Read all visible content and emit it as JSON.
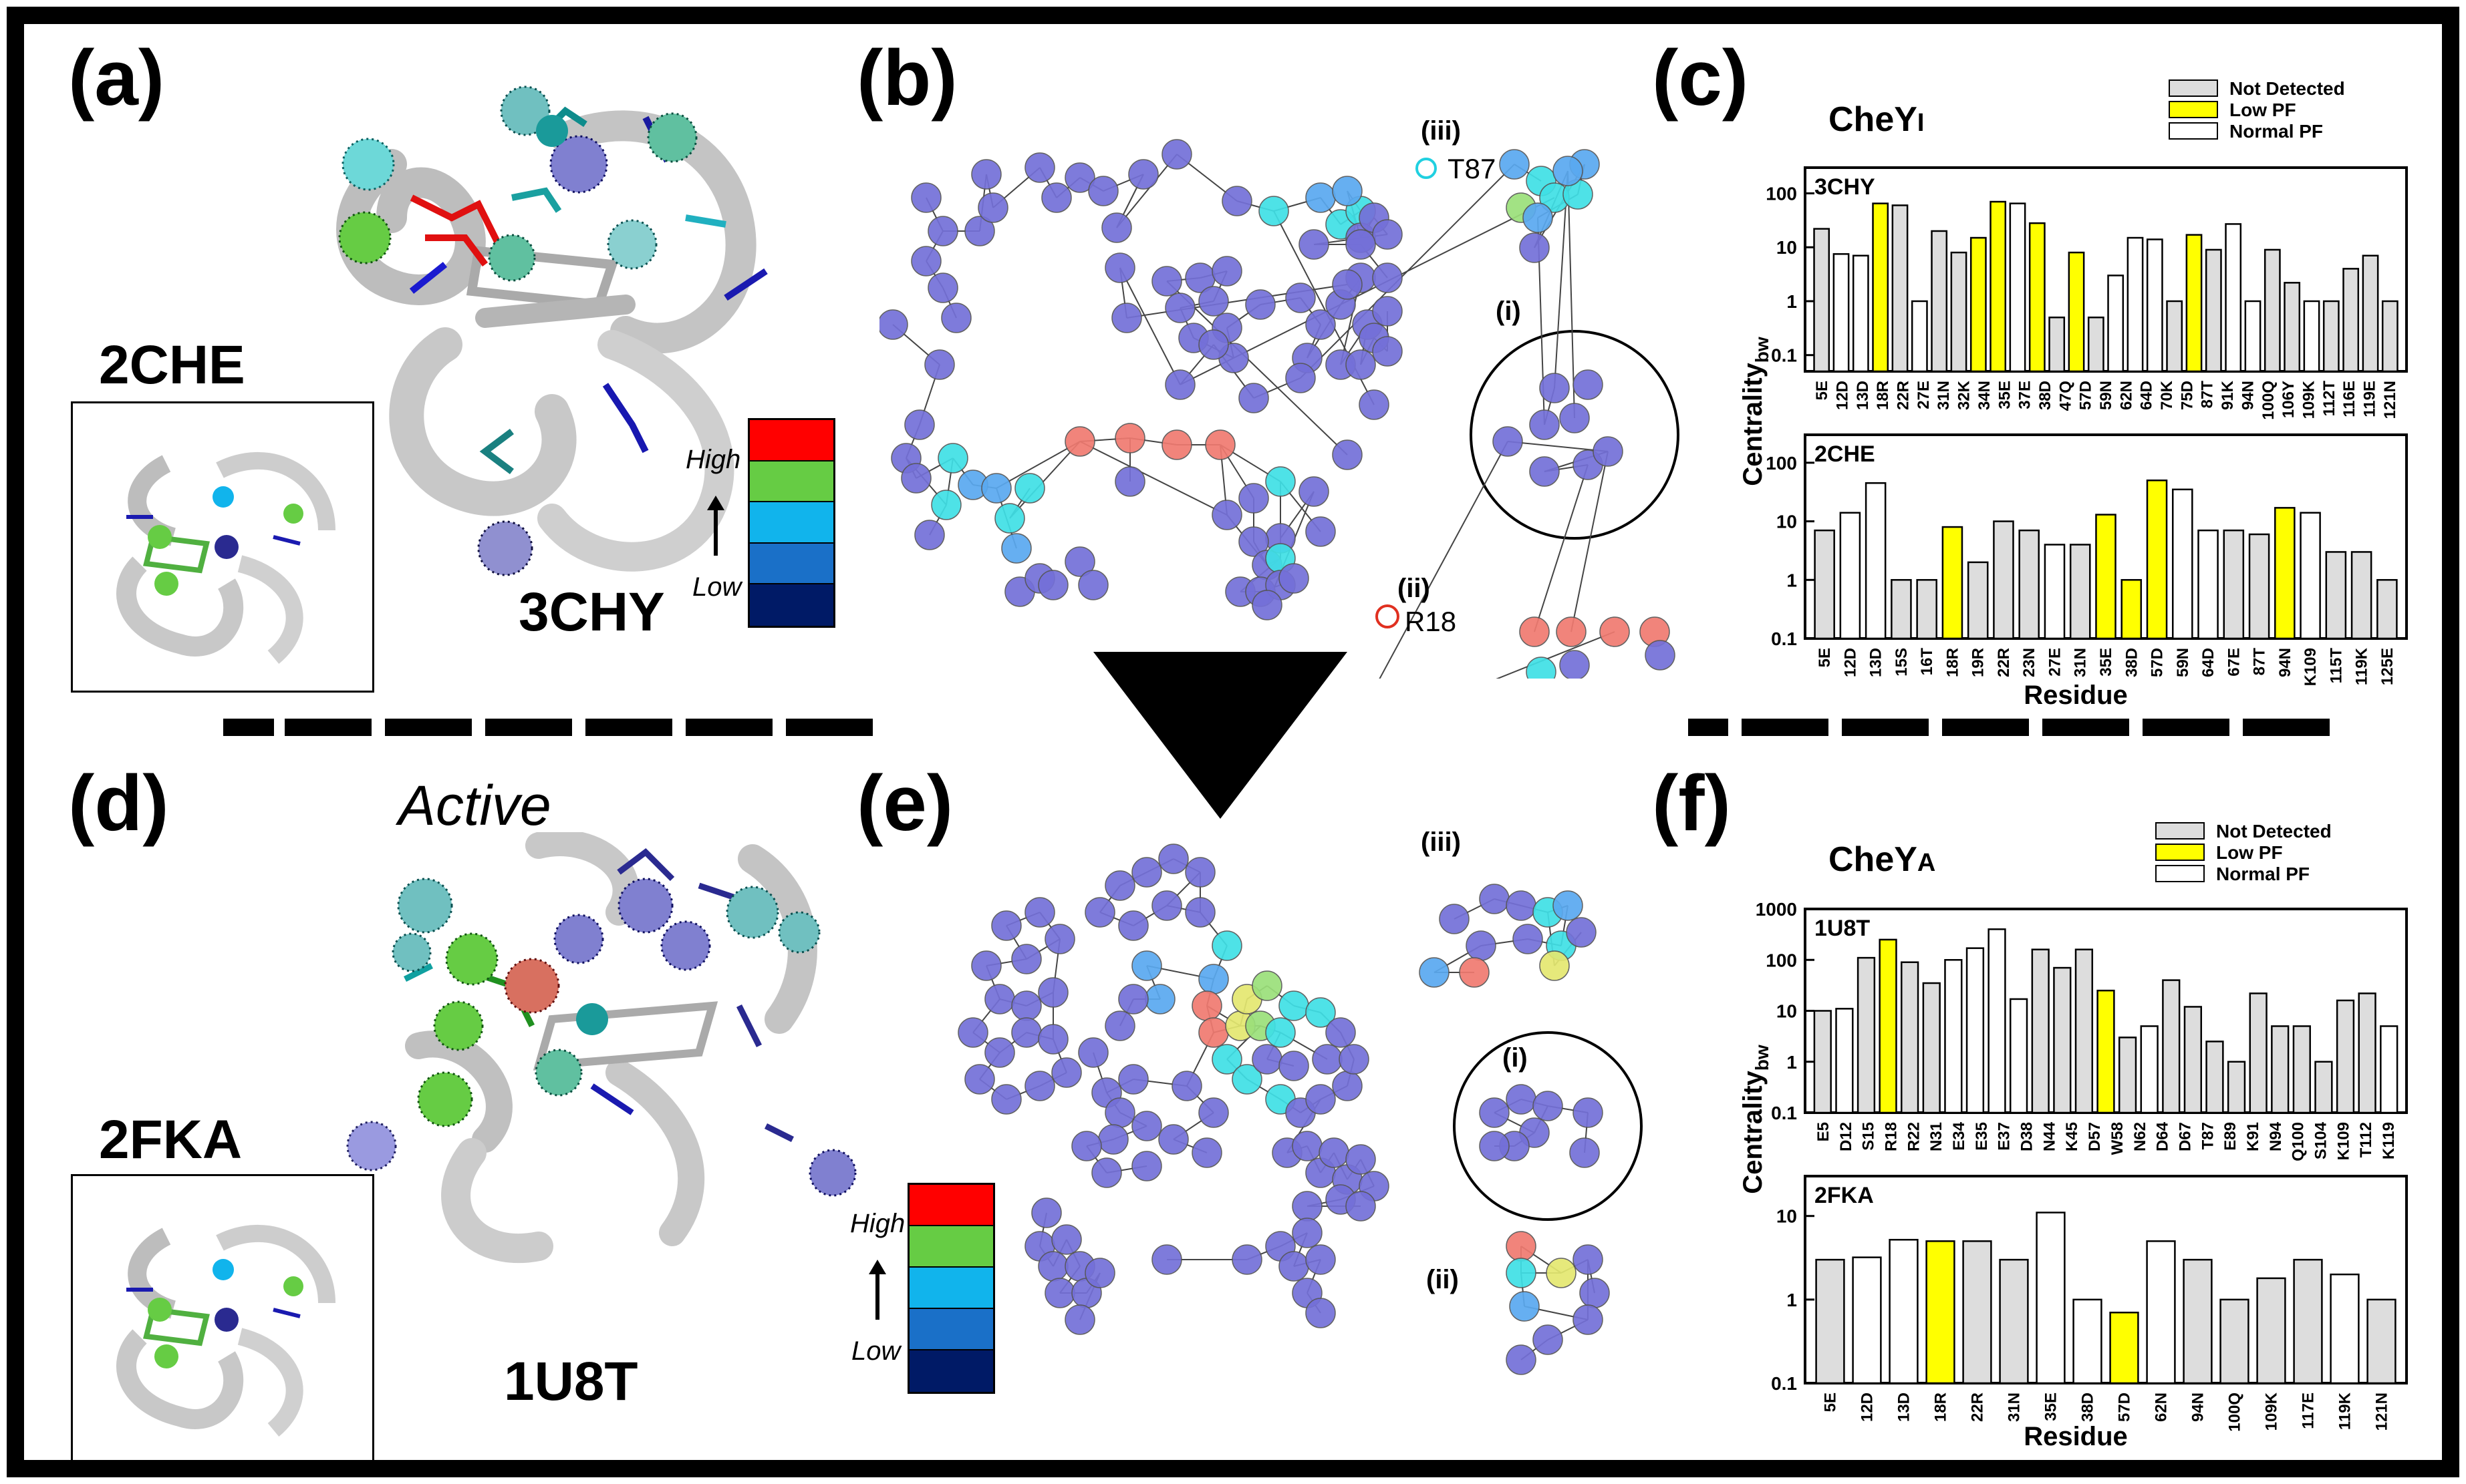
{
  "panel_labels": [
    "(a)",
    "(b)",
    "(c)",
    "(d)",
    "(e)",
    "(f)"
  ],
  "structures": {
    "a_main": "3CHY",
    "a_inset": "2CHE",
    "d_main": "1U8T",
    "d_inset": "2FKA",
    "d_state": "Active"
  },
  "color_scale": {
    "high": "High",
    "low": "Low",
    "colors": [
      "#ff0000",
      "#66cc44",
      "#11b4ec",
      "#1a70c8",
      "#001a66"
    ]
  },
  "network_b": {
    "sub_iii": "(iii)",
    "sub_i": "(i)",
    "sub_ii": "(ii)",
    "legend_t87": "T87",
    "legend_r18": "R18"
  },
  "network_e": {
    "sub_iii": "(iii)",
    "sub_i": "(i)",
    "sub_ii": "(ii)"
  },
  "legend": {
    "not_detected": "Not Detected",
    "low_pf": "Low PF",
    "normal_pf": "Normal PF",
    "colors": {
      "not_detected": "#dddddd",
      "low_pf": "#ffff00",
      "normal_pf": "#ffffff"
    }
  },
  "titles": {
    "c_main": "CheY",
    "c_sub": "I",
    "f_main": "CheY",
    "f_sub": "A"
  },
  "ylabel": {
    "main": "Centrality",
    "sub": "bw"
  },
  "xlabel": "Residue",
  "chart_data": [
    {
      "type": "bar",
      "title": "3CHY",
      "ylim": [
        0.05,
        300
      ],
      "yscale": "log",
      "yticks": [
        "0.1",
        "1",
        "10",
        "100"
      ],
      "categories": [
        "5E",
        "12D",
        "13D",
        "18R",
        "22R",
        "27E",
        "31N",
        "32K",
        "34N",
        "35E",
        "37E",
        "38D",
        "47Q",
        "57D",
        "59N",
        "62N",
        "64D",
        "70K",
        "75D",
        "87T",
        "91K",
        "94N",
        "100Q",
        "106Y",
        "109K",
        "112T",
        "116E",
        "119E",
        "121N"
      ],
      "values": [
        22,
        7.5,
        7,
        65,
        60,
        1,
        20,
        8,
        15,
        70,
        65,
        28,
        0.5,
        8,
        0.5,
        3,
        15,
        14,
        1,
        17,
        9,
        27,
        1,
        9,
        2.2,
        1,
        1,
        4,
        7,
        1
      ],
      "types": [
        "nd",
        "n",
        "n",
        "y",
        "nd",
        "n",
        "nd",
        "nd",
        "y",
        "y",
        "n",
        "y",
        "nd",
        "y",
        "nd",
        "n",
        "n",
        "n",
        "nd",
        "y",
        "nd",
        "n",
        "n",
        "nd",
        "nd",
        "n",
        "nd",
        "nd",
        "nd",
        "nd",
        "nd"
      ]
    },
    {
      "type": "bar",
      "title": "2CHE",
      "ylim": [
        0.1,
        300
      ],
      "yscale": "log",
      "yticks": [
        "0.1",
        "1",
        "10",
        "100"
      ],
      "categories": [
        "5E",
        "12D",
        "13D",
        "15S",
        "16T",
        "18R",
        "19R",
        "22R",
        "23N",
        "27E",
        "31N",
        "35E",
        "38D",
        "57D",
        "59N",
        "64D",
        "67E",
        "87T",
        "94N",
        "K109",
        "115T",
        "119K",
        "125E"
      ],
      "values": [
        7,
        14,
        45,
        1,
        1,
        8,
        2,
        10,
        7,
        4,
        4,
        13,
        1,
        50,
        35,
        7,
        7,
        6,
        17,
        14,
        3,
        3,
        1
      ],
      "types": [
        "nd",
        "n",
        "n",
        "nd",
        "nd",
        "y",
        "nd",
        "nd",
        "nd",
        "n",
        "nd",
        "y",
        "y",
        "y",
        "n",
        "n",
        "nd",
        "nd",
        "y",
        "n",
        "nd",
        "nd",
        "nd"
      ]
    },
    {
      "type": "bar",
      "title": "1U8T",
      "ylim": [
        0.1,
        1000
      ],
      "yscale": "log",
      "yticks": [
        "0.1",
        "1",
        "10",
        "100",
        "1000"
      ],
      "categories": [
        "E5",
        "D12",
        "S15",
        "R18",
        "R22",
        "N31",
        "E34",
        "E35",
        "E37",
        "D38",
        "N44",
        "K45",
        "D57",
        "W58",
        "N62",
        "D64",
        "D67",
        "T87",
        "E89",
        "K91",
        "N94",
        "Q100",
        "S104",
        "K109",
        "T112",
        "K119"
      ],
      "values": [
        10,
        11,
        110,
        250,
        90,
        35,
        100,
        170,
        400,
        17,
        160,
        70,
        160,
        25,
        3,
        5,
        40,
        12,
        2.5,
        1,
        22,
        5,
        5,
        1,
        16,
        22,
        5
      ],
      "types": [
        "nd",
        "n",
        "nd",
        "y",
        "nd",
        "nd",
        "n",
        "n",
        "n",
        "n",
        "nd",
        "nd",
        "nd",
        "y",
        "nd",
        "n",
        "nd",
        "nd",
        "nd",
        "nd",
        "nd",
        "nd",
        "nd",
        "nd",
        "nd",
        "nd",
        "n"
      ]
    },
    {
      "type": "bar",
      "title": "2FKA",
      "ylim": [
        0.1,
        30
      ],
      "yscale": "log",
      "yticks": [
        "0.1",
        "1",
        "10"
      ],
      "categories": [
        "5E",
        "12D",
        "13D",
        "18R",
        "22R",
        "31N",
        "35E",
        "38D",
        "57D",
        "62N",
        "94N",
        "100Q",
        "109K",
        "117E",
        "119K",
        "121N"
      ],
      "values": [
        3,
        3.2,
        5.2,
        5,
        5,
        3,
        11,
        1,
        0.7,
        5,
        3,
        1,
        1.8,
        3,
        2,
        1
      ],
      "types": [
        "nd",
        "n",
        "n",
        "y",
        "nd",
        "nd",
        "n",
        "n",
        "y",
        "n",
        "nd",
        "nd",
        "nd",
        "nd",
        "n",
        "nd"
      ]
    }
  ]
}
